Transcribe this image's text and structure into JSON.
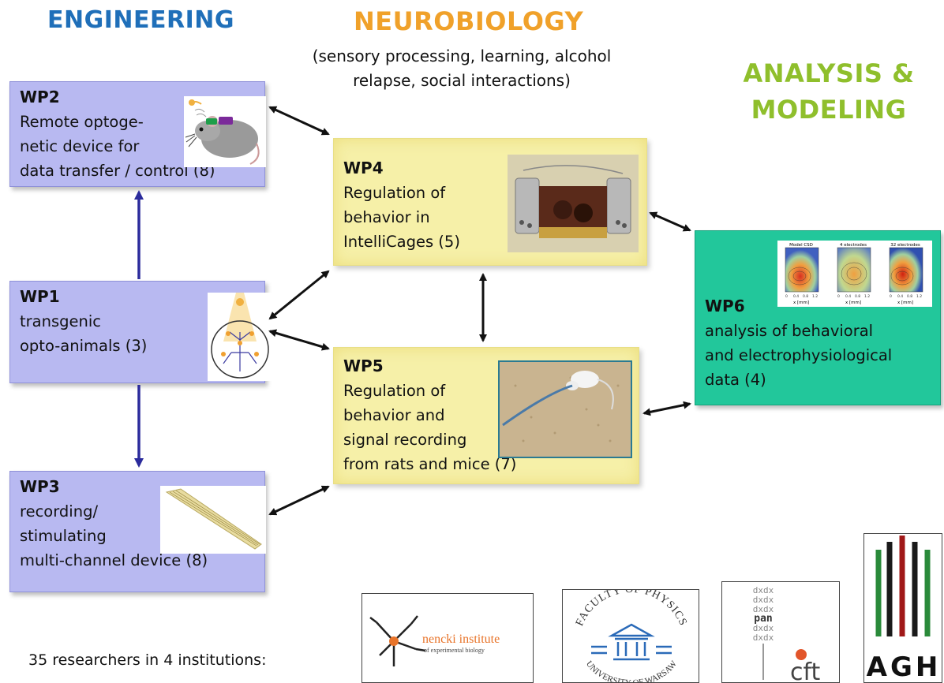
{
  "headings": {
    "engineering": "ENGINEERING",
    "neurobiology": "NEUROBIOLOGY",
    "neurobiology_sub": "(sensory processing, learning, alcohol relapse, social interactions)",
    "analysis": "ANALYSIS & MODELING"
  },
  "packages": {
    "wp2": {
      "title": "WP2",
      "text": "Remote optoge-\nnetic device for\ndata transfer / control (8)"
    },
    "wp1": {
      "title": "WP1",
      "text": "transgenic\nopto-animals (3)"
    },
    "wp3": {
      "title": "WP3",
      "text": "recording/\nstimulating\nmulti-channel device (8)"
    },
    "wp4": {
      "title": "WP4",
      "text": "Regulation of\nbehavior in\nIntelliCages (5)"
    },
    "wp5": {
      "title": "WP5",
      "text": "Regulation of\nbehavior and\nsignal recording\nfrom rats and mice (7)"
    },
    "wp6": {
      "title": "WP6",
      "text": "analysis of behavioral\nand electrophysiological\ndata (4)"
    }
  },
  "wp6_plot": {
    "panel_titles": [
      "Model CSD",
      "4 electrodes",
      "32 electrodes"
    ],
    "axis_label": "x [mm]",
    "ticks": [
      "0",
      "0.4",
      "0.8",
      "1.2"
    ]
  },
  "footer": "35 researchers in 4 institutions:",
  "logos": {
    "nencki_main": "nencki institute",
    "nencki_sub": "of experimental biology",
    "faculty_top": "FACULTY OF PHYSICS",
    "faculty_bottom": "UNIVERSITY OF WARSAW",
    "cft": "cft",
    "cft_pan": "pan",
    "cft_dx": "dxdx",
    "agh": "AGH"
  },
  "colors": {
    "engineering": "#1f6fb9",
    "neurobiology": "#f0a12a",
    "analysis": "#8fbf2c",
    "eng_box": "#b8b9f1",
    "neuro_box": "#f6f0a8",
    "analysis_box": "#22c79b",
    "eng_arrow": "#2b2b9c"
  },
  "icons": [
    "mouse-icon",
    "neuron-icon",
    "electrode-probe-icon",
    "intellicage-photo",
    "rat-arena-photo",
    "csd-heatmap"
  ]
}
